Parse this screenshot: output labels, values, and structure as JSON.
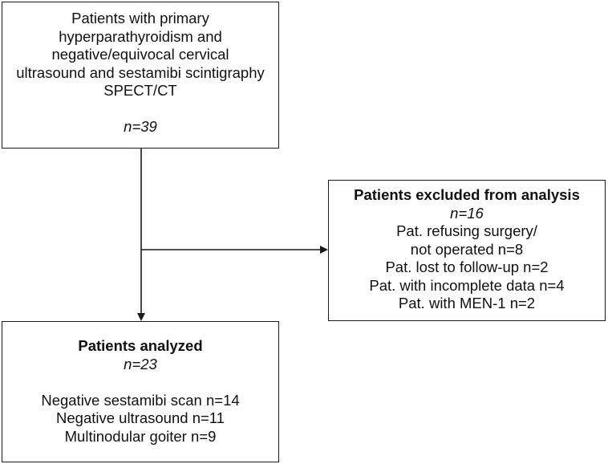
{
  "top_box": {
    "lines": [
      "Patients with primary",
      "hyperparathyroidism and",
      "negative/equivocal cervical",
      "ultrasound and sestamibi scintigraphy",
      "SPECT/CT"
    ],
    "count": "n=39"
  },
  "excluded_box": {
    "title": "Patients excluded from analysis",
    "count": "n=16",
    "lines": [
      "Pat. refusing surgery/",
      "not operated n=8",
      "Pat. lost to follow-up n=2",
      "Pat. with incomplete data n=4",
      "Pat. with MEN-1 n=2"
    ]
  },
  "analyzed_box": {
    "title": "Patients analyzed",
    "count": "n=23",
    "lines": [
      "Negative sestamibi scan n=14",
      "Negative ultrasound n=11",
      "Multinodular goiter n=9"
    ]
  },
  "colors": {
    "line": "#1a1a1a",
    "text": "#111111",
    "background": "#ffffff"
  }
}
